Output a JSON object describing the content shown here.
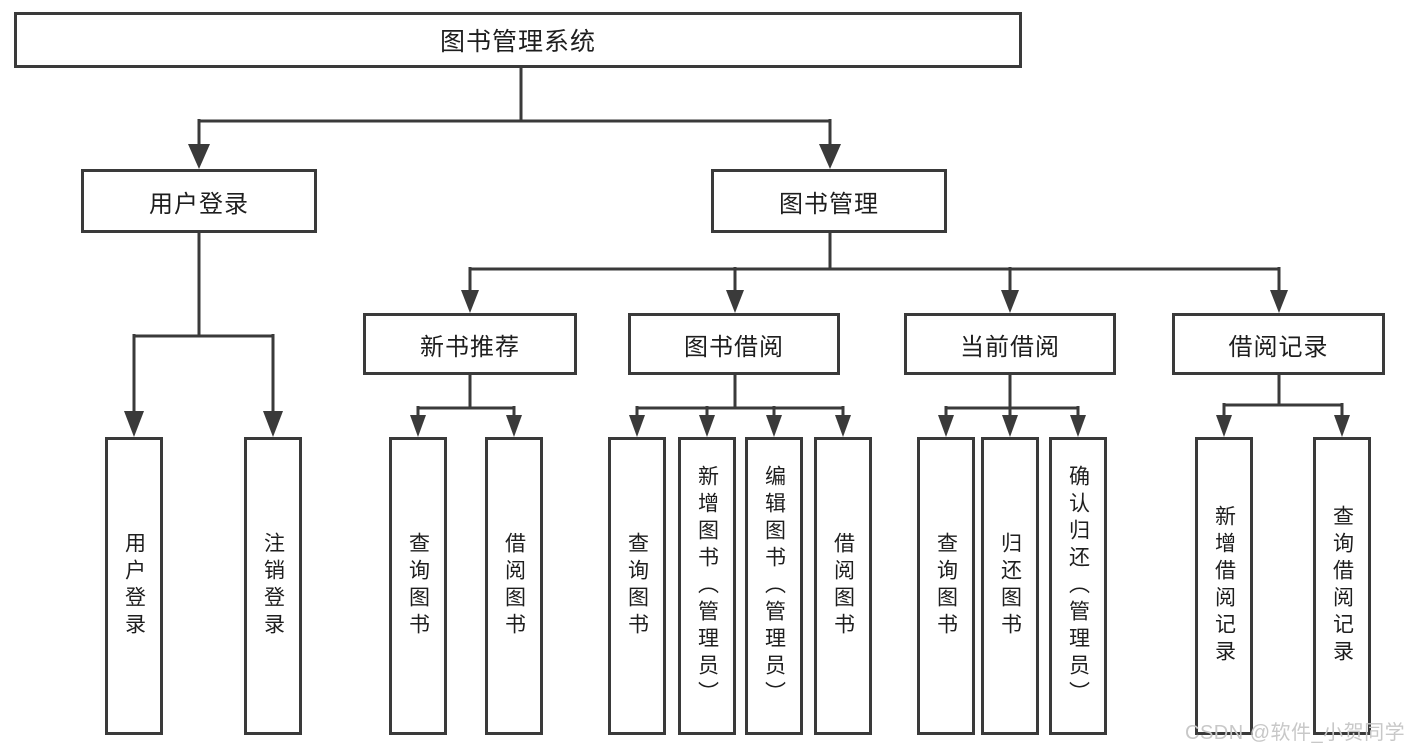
{
  "diagram": {
    "root": {
      "label": "图书管理系统"
    },
    "branches": [
      {
        "label": "用户登录",
        "children": [
          {
            "label": "用户登录"
          },
          {
            "label": "注销登录"
          }
        ]
      },
      {
        "label": "图书管理",
        "children": [
          {
            "label": "新书推荐",
            "children": [
              {
                "label": "查询图书"
              },
              {
                "label": "借阅图书"
              }
            ]
          },
          {
            "label": "图书借阅",
            "children": [
              {
                "label": "查询图书"
              },
              {
                "label": "新增图书（管理员）"
              },
              {
                "label": "编辑图书（管理员）"
              },
              {
                "label": "借阅图书"
              }
            ]
          },
          {
            "label": "当前借阅",
            "children": [
              {
                "label": "查询图书"
              },
              {
                "label": "归还图书"
              },
              {
                "label": "确认归还（管理员）"
              }
            ]
          },
          {
            "label": "借阅记录",
            "children": [
              {
                "label": "新增借阅记录"
              },
              {
                "label": "查询借阅记录"
              }
            ]
          }
        ]
      }
    ]
  },
  "watermark": {
    "text": "CSDN @软件_小贺同学",
    "color": "#c8c8c8"
  },
  "colors": {
    "line": "#3a3a3a",
    "border": "#3a3a3a",
    "text": "#1e1e1e",
    "background": "#ffffff"
  }
}
